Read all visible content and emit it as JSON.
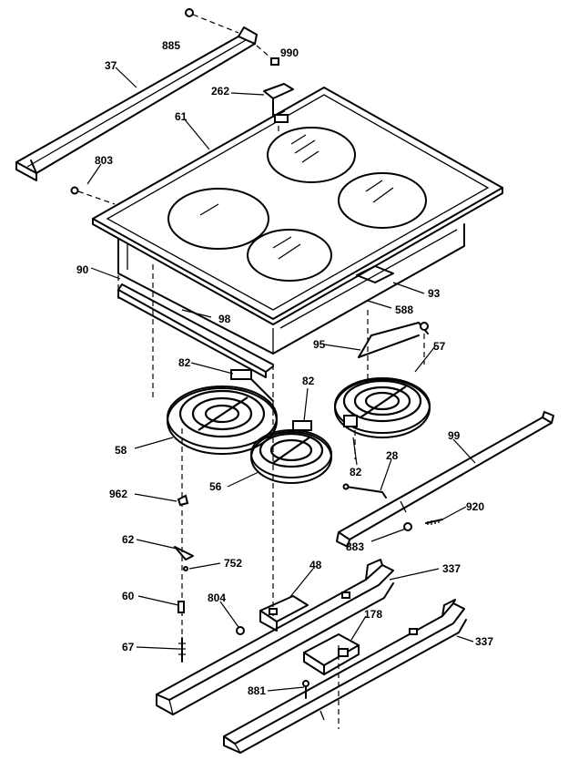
{
  "callouts": {
    "c885": "885",
    "c990": "990",
    "c37": "37",
    "c262": "262",
    "c61": "61",
    "c803": "803",
    "c90": "90",
    "c93": "93",
    "c98": "98",
    "c588": "588",
    "c95": "95",
    "c57": "57",
    "c82a": "82",
    "c82b": "82",
    "c82c": "82",
    "c58": "58",
    "c56": "56",
    "c28": "28",
    "c99": "99",
    "c962": "962",
    "c920": "920",
    "c883": "883",
    "c62": "62",
    "c752": "752",
    "c48": "48",
    "c337a": "337",
    "c60": "60",
    "c804": "804",
    "c178": "178",
    "c67": "67",
    "c337b": "337",
    "c881": "881"
  }
}
